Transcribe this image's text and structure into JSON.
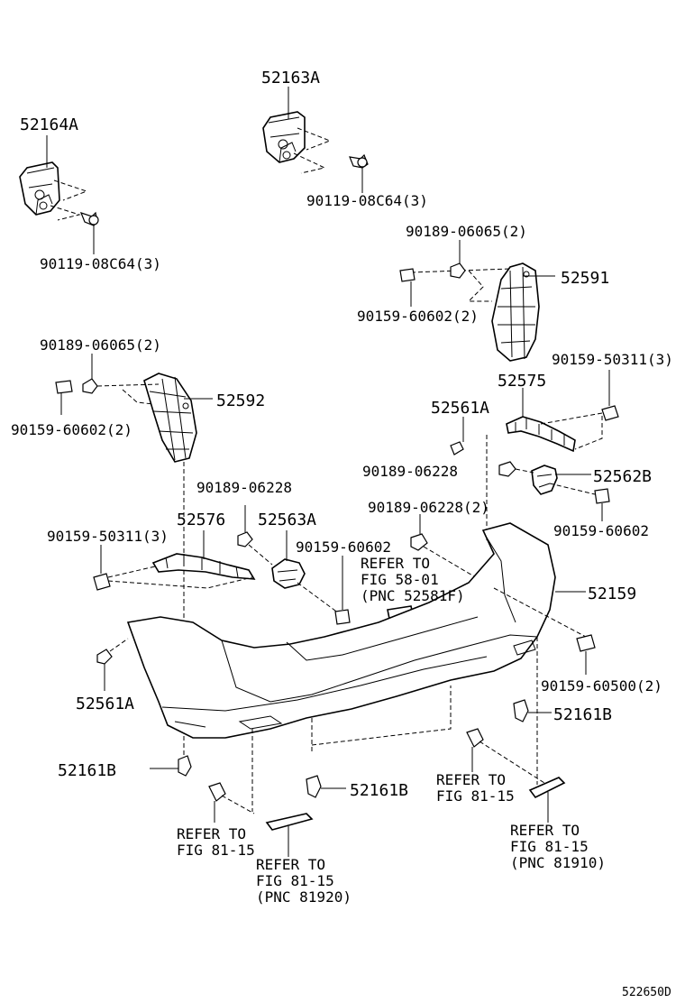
{
  "labels": {
    "l01": "52164A",
    "l02": "52163A",
    "l03": "90119-08C64(3)",
    "l04": "90119-08C64(3)",
    "l05": "90189-06065(2)",
    "l06": "52591",
    "l07": "90159-60602(2)",
    "l08": "90189-06065(2)",
    "l09": "90159-50311(3)",
    "l10": "52575",
    "l11": "52592",
    "l12": "52561A",
    "l13": "90159-60602(2)",
    "l14": "90189-06228",
    "l15": "52562B",
    "l16": "90189-06228",
    "l17": "52576",
    "l18": "52563A",
    "l19": "90189-06228(2)",
    "l20": "90159-60602",
    "l21": "90159-50311(3)",
    "l22": "90159-60602",
    "l23": "REFER TO",
    "l24": "FIG 58-01",
    "l25": "(PNC 52581F)",
    "l26": "52159",
    "l27": "90159-60500(2)",
    "l28": "52561A",
    "l29": "52161B",
    "l30": "52161B",
    "l31": "52161B",
    "l32": "REFER TO",
    "l33": "FIG 81-15",
    "l34": "REFER TO",
    "l35": "FIG 81-15",
    "l36": "REFER TO",
    "l37": "FIG 81-15",
    "l38": "(PNC 81910)",
    "l39": "REFER TO",
    "l40": "FIG 81-15",
    "l41": "(PNC 81920)",
    "l42": "522650D"
  }
}
